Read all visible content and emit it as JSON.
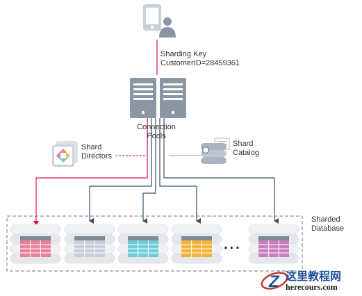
{
  "sharding_key": {
    "line1": "Sharding Key",
    "line2": "CustomerID=28459361"
  },
  "connection_pools": {
    "line1": "Connection",
    "line2": "Pools"
  },
  "shard_directors": {
    "line1": "Shard",
    "line2": "Directors"
  },
  "shard_catalog": {
    "line1": "Shard",
    "line2": "Catalog"
  },
  "sharded_database": {
    "line1": "Sharded",
    "line2": "Database"
  },
  "ellipsis": "...",
  "watermark": {
    "title": "这里教程网",
    "url": "herecours.com"
  },
  "colors": {
    "routing_line": "#d4145a",
    "connector_line": "#3c4e66",
    "shards": [
      "#e8849a",
      "#c8cfd9",
      "#6fcdd8",
      "#f4b23c",
      "#c97fbd"
    ]
  },
  "icons": [
    "mobile-user-icon",
    "server-icon",
    "shard-director-icon",
    "shard-catalog-icon",
    "shard-database-icon"
  ]
}
